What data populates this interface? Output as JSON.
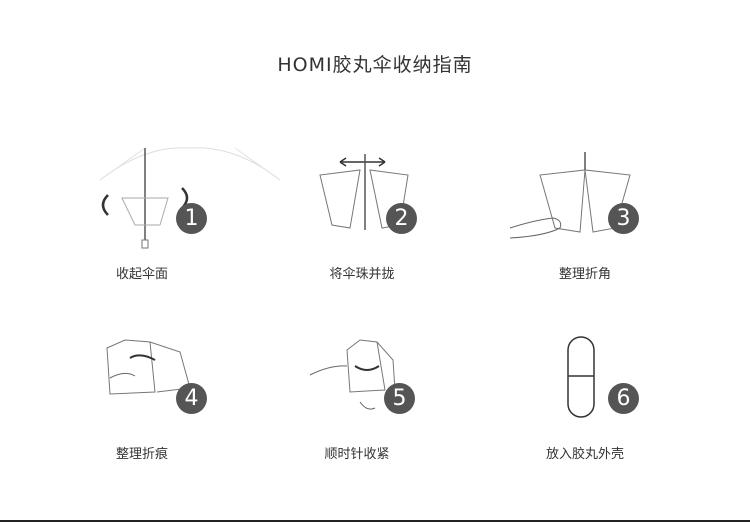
{
  "title": "HOMI胶丸伞收纳指南",
  "steps": [
    {
      "number": "1",
      "caption": "收起伞面"
    },
    {
      "number": "2",
      "caption": "将伞珠并拢"
    },
    {
      "number": "3",
      "caption": "整理折角"
    },
    {
      "number": "4",
      "caption": "整理折痕"
    },
    {
      "number": "5",
      "caption": "顺时针收紧"
    },
    {
      "number": "6",
      "caption": "放入胶丸外壳"
    }
  ],
  "colors": {
    "badge": "#555555",
    "line": "#222222"
  }
}
